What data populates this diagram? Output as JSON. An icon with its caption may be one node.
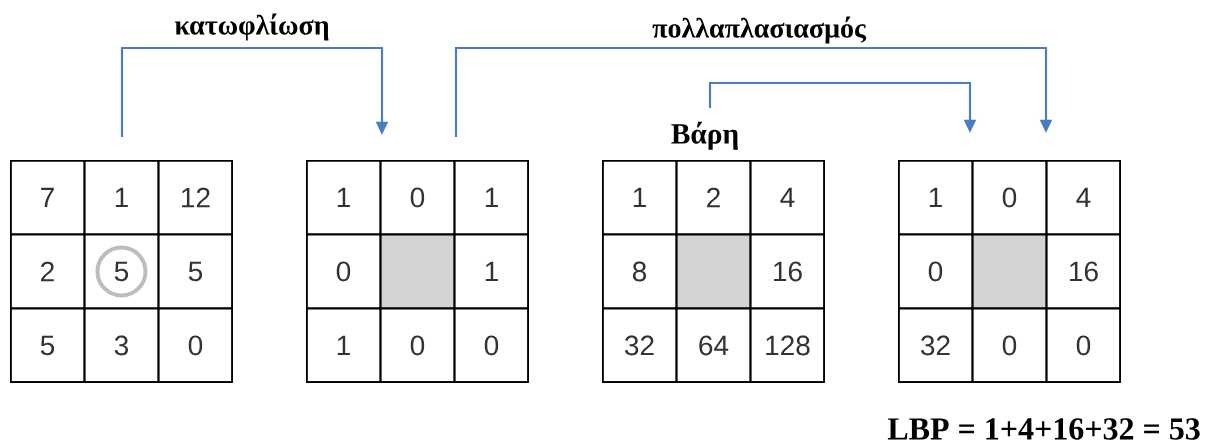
{
  "diagram": {
    "nodes": [
      {
        "text": [],
        "shape": "box"
      },
      {
        "text": [
          "7"
        ],
        "in": 0
      },
      {
        "text": [
          "1"
        ],
        "in": 0
      },
      {
        "text": [
          "12"
        ],
        "in": 0
      },
      {
        "text": [
          "2"
        ],
        "in": 0
      },
      {
        "text": [
          "5"
        ],
        "in": 0
      },
      {
        "text": [
          "5"
        ],
        "in": 0
      },
      {
        "text": [
          "5"
        ],
        "in": 0
      },
      {
        "text": [
          "3"
        ],
        "in": 0
      },
      {
        "text": [
          "0"
        ],
        "in": 0
      },
      {
        "text": [],
        "shape": "box"
      },
      {
        "text": [
          "1"
        ],
        "in": 10
      },
      {
        "text": [
          "0"
        ],
        "in": 10
      },
      {
        "text": [
          "1"
        ],
        "in": 10
      },
      {
        "text": [
          "0"
        ],
        "in": 10
      },
      {
        "text": [],
        "shape": "box",
        "in": 10
      },
      {
        "text": [
          "1"
        ],
        "in": 10
      },
      {
        "text": [
          "1"
        ],
        "in": 10
      },
      {
        "text": [
          "0"
        ],
        "in": 10
      },
      {
        "text": [
          "0"
        ],
        "in": 10
      },
      {
        "text": [
          "Βάρη"
        ]
      },
      {
        "text": [
          "1"
        ],
        "in": 20
      },
      {
        "text": [
          "2"
        ],
        "in": 20
      },
      {
        "text": [
          "4"
        ],
        "in": 20
      },
      {
        "text": [
          "8"
        ],
        "in": 20
      },
      {
        "text": [],
        "shape": "box",
        "in": 20
      },
      {
        "text": [
          "16"
        ],
        "in": 20
      },
      {
        "text": [
          "32"
        ],
        "in": 20
      },
      {
        "text": [
          "64"
        ],
        "in": 20
      },
      {
        "text": [
          "128"
        ],
        "in": 20
      },
      {
        "text": [],
        "shape": "box"
      },
      {
        "text": [
          "1"
        ],
        "in": 30
      },
      {
        "text": [
          "0"
        ],
        "in": 30
      },
      {
        "text": [
          "4"
        ],
        "in": 30
      },
      {
        "text": [
          "0"
        ],
        "in": 30
      },
      {
        "text": [],
        "shape": "box",
        "in": 30
      },
      {
        "text": [
          "16"
        ],
        "in": 30
      },
      {
        "text": [
          "32"
        ],
        "in": 30
      },
      {
        "text": [
          "0"
        ],
        "in": 30
      },
      {
        "text": [
          "0"
        ],
        "in": 30
      }
    ],
    "edges": [
      {
        "from": 0,
        "to": 10,
        "arrow": "to",
        "label": "κατωφλίωση"
      },
      {
        "from": 10,
        "to": 30,
        "arrow": "to",
        "label": "πολλαπλασιασμός"
      },
      {
        "from": 20,
        "to": 30,
        "arrow": "to"
      }
    ],
    "labels": [
      "LBP = 1+4+16+32 = 53"
    ]
  }
}
